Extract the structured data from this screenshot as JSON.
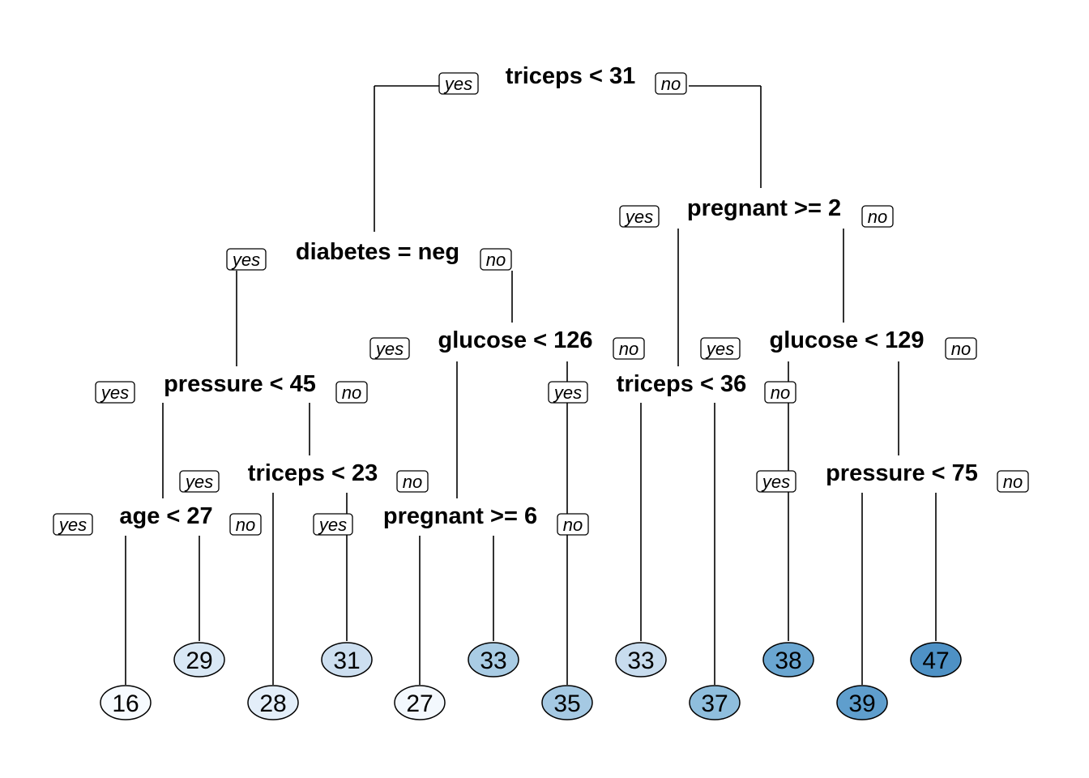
{
  "tree": {
    "yes_label": "yes",
    "no_label": "no",
    "splits": [
      {
        "id": "n1",
        "text": "triceps < 31"
      },
      {
        "id": "n2",
        "text": "diabetes = neg"
      },
      {
        "id": "n3",
        "text": "pregnant >= 2"
      },
      {
        "id": "n4",
        "text": "pressure < 45"
      },
      {
        "id": "n5",
        "text": "glucose < 126"
      },
      {
        "id": "n6",
        "text": "triceps < 36"
      },
      {
        "id": "n7",
        "text": "glucose < 129"
      },
      {
        "id": "n8",
        "text": "age < 27"
      },
      {
        "id": "n9",
        "text": "triceps < 23"
      },
      {
        "id": "n10",
        "text": "pregnant >= 6"
      },
      {
        "id": "n11",
        "text": "pressure < 75"
      }
    ],
    "leaves": [
      {
        "id": "l1",
        "value": "16",
        "color": "#f7fbff"
      },
      {
        "id": "l2",
        "value": "29",
        "color": "#d9e8f5"
      },
      {
        "id": "l3",
        "value": "28",
        "color": "#e3eef9"
      },
      {
        "id": "l4",
        "value": "31",
        "color": "#cddff0"
      },
      {
        "id": "l5",
        "value": "27",
        "color": "#f3f8fd"
      },
      {
        "id": "l6",
        "value": "33",
        "color": "#a9cce4"
      },
      {
        "id": "l7",
        "value": "35",
        "color": "#a5c9e3"
      },
      {
        "id": "l8",
        "value": "33",
        "color": "#c8dcee"
      },
      {
        "id": "l9",
        "value": "37",
        "color": "#8fbedd"
      },
      {
        "id": "l10",
        "value": "38",
        "color": "#6aa6d1"
      },
      {
        "id": "l11",
        "value": "39",
        "color": "#5f9ecd"
      },
      {
        "id": "l12",
        "value": "47",
        "color": "#4e91c5"
      }
    ]
  }
}
